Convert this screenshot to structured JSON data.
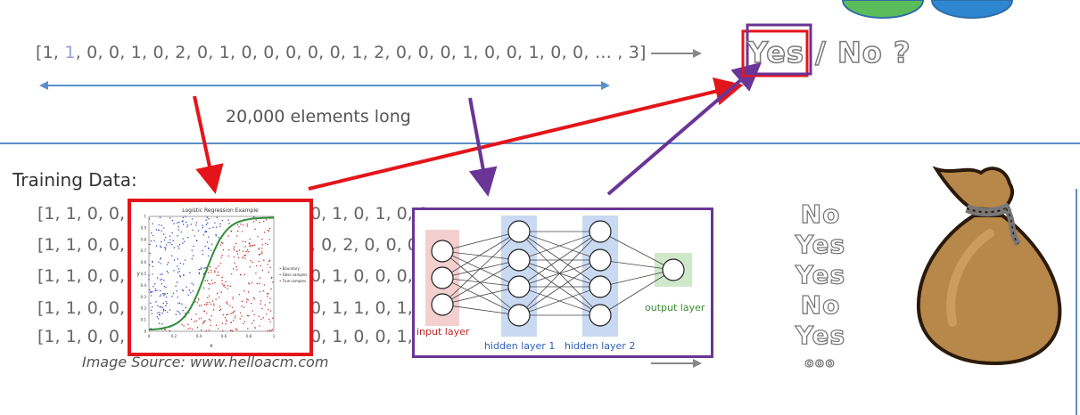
{
  "top": {
    "vector_prefix": "[1, ",
    "vector_highlight": "1",
    "vector_rest": ", 0, 0, 1, 0, 2, 0, 1, 0, 0, 0, 0, 0, 1, 2, 0, 0, 0, 1, 0, 0, 1, 0, 0, … , 3]",
    "length_label": "20,000 elements long",
    "yes": "Yes",
    "sep": " / ",
    "no_q": "No ?"
  },
  "training": {
    "title": "Training Data:",
    "rows": [
      {
        "left": "[1, 1, 0, 0, 0",
        "right": "0, 1, 0, 1, 0, 1,"
      },
      {
        "left": "[1, 1, 0, 0, 0",
        "right": ", 0, 2, 0, 0, 0"
      },
      {
        "left": "[1, 1, 0, 0, 0",
        "right": "0, 1, 0, 0, 0,"
      },
      {
        "left": "[1, 1, 0, 0, 0",
        "right": "0, 1, 1, 0, 1, 0"
      },
      {
        "left": "[1, 1, 0, 0, 0",
        "right": "0, 1, 0, 0, 1,"
      }
    ],
    "labels": [
      "No",
      "Yes",
      "Yes",
      "No",
      "Yes",
      "ooo"
    ]
  },
  "logistic_plot": {
    "title": "Logistic Regression Example",
    "xlabel": "x",
    "ylabel": "y",
    "legend": [
      "Boundary",
      "False samples",
      "True samples"
    ],
    "x_ticks": [
      "0",
      "0.2",
      "0.4",
      "0.6",
      "0.8",
      "1"
    ],
    "y_ticks": [
      "0",
      "0.1",
      "0.2",
      "0.3",
      "0.4",
      "0.5",
      "0.6",
      "0.7",
      "0.8",
      "0.9",
      "1"
    ],
    "colors": {
      "false": "#c0262a",
      "true": "#2a3cbd",
      "boundary": "#2f8f3a"
    }
  },
  "neural_net": {
    "input_label": "input layer",
    "hidden1_label": "hidden layer 1",
    "hidden2_label": "hidden layer 2",
    "output_label": "output layer"
  },
  "source": "Image Source: www.helloacm.com",
  "colors": {
    "red": "#e4151a",
    "purple": "#6a3596",
    "blue": "#5b8fc9"
  }
}
